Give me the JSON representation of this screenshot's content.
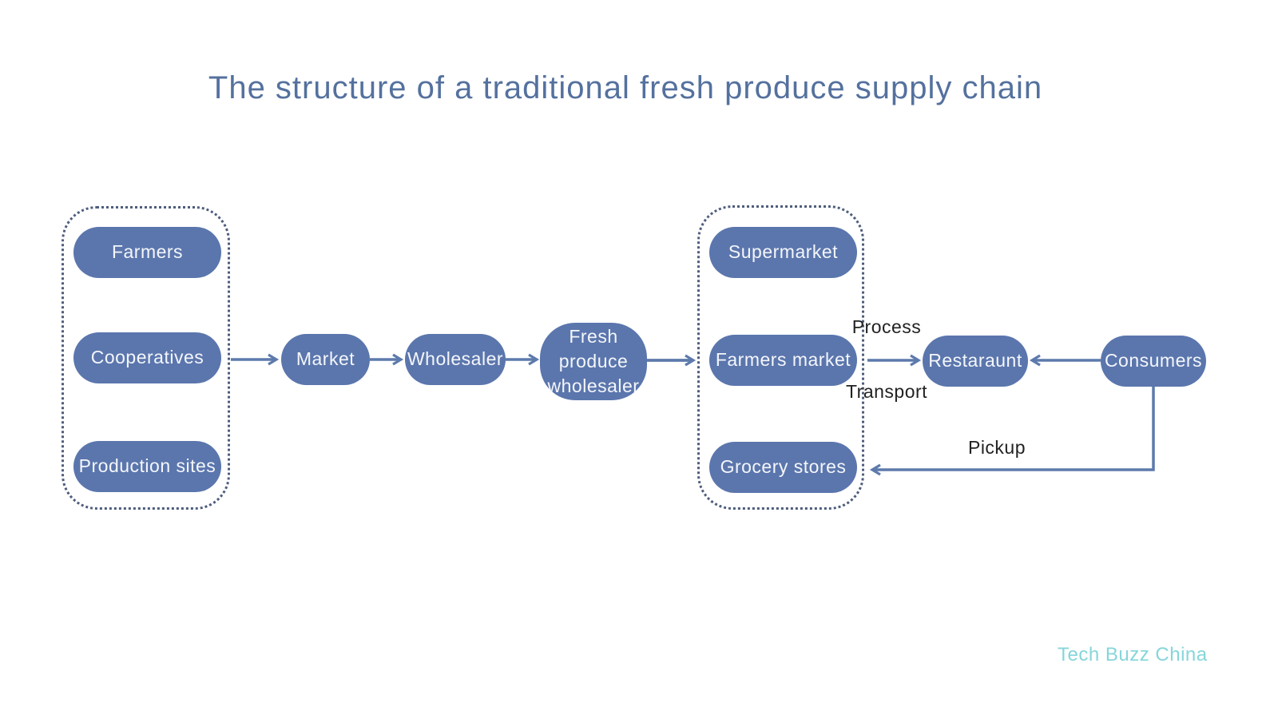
{
  "title": "The structure of a traditional fresh produce supply chain",
  "groups": {
    "producers": {
      "items": [
        "Farmers",
        "Cooperatives",
        "Production sites"
      ]
    },
    "retail": {
      "items": [
        "Supermarket",
        "Farmers market",
        "Grocery stores"
      ]
    }
  },
  "nodes": {
    "market": "Market",
    "wholesaler": "Wholesaler",
    "fresh_produce_wholesaler": "Fresh produce wholesaler",
    "restaraunt": "Restaraunt",
    "consumers": "Consumers"
  },
  "edge_labels": {
    "process": "Process",
    "transport": "Transport",
    "pickup": "Pickup"
  },
  "watermark": "Tech Buzz China",
  "colors": {
    "node_fill": "#5b76ad",
    "node_text": "#f4f6fa",
    "arrow": "#5d7aac",
    "group_border": "#4e5d7c",
    "title_text": "#54719e",
    "edge_label_text": "#222222",
    "watermark_text": "#85d6da"
  }
}
